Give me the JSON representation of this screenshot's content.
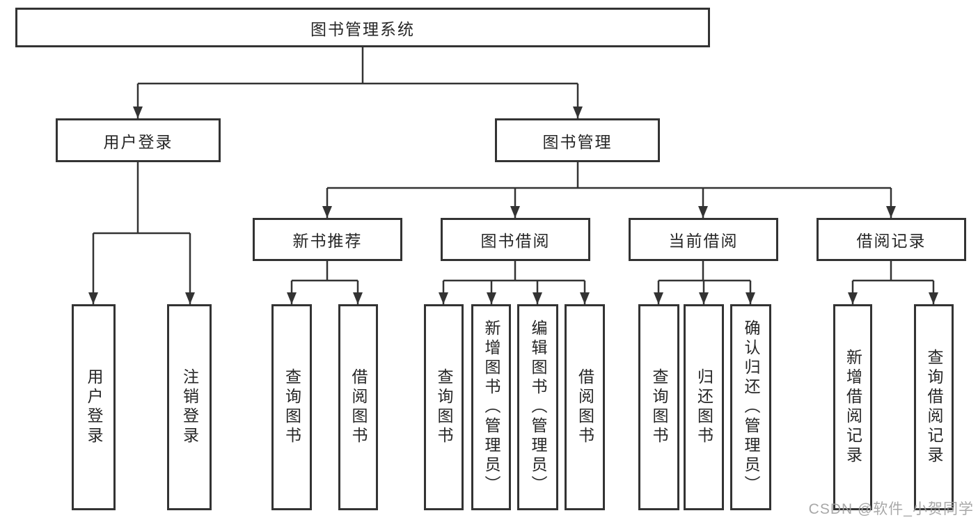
{
  "diagram": {
    "root": {
      "label": "图书管理系统"
    },
    "level2": {
      "user_login": "用户登录",
      "book_mgmt": "图书管理"
    },
    "level3": {
      "new_rec": "新书推荐",
      "book_borrow": "图书借阅",
      "current_borrow": "当前借阅",
      "borrow_record": "借阅记录"
    },
    "leaves": {
      "user_login_leaf": "用户登录",
      "logout": "注销登录",
      "rec_query": "查询图书",
      "rec_borrow": "借阅图书",
      "bb_query": "查询图书",
      "bb_add": "新增图书（管理员）",
      "bb_edit": "编辑图书（管理员）",
      "bb_borrow": "借阅图书",
      "cb_query": "查询图书",
      "cb_return": "归还图书",
      "cb_confirm": "确认归还（管理员）",
      "br_add": "新增借阅记录",
      "br_query": "查询借阅记录"
    },
    "watermark": "CSDN @软件_小贺同学",
    "colors": {
      "line": "#333333",
      "text": "#262626",
      "background": "#ffffff",
      "watermark": "#9e9e9e"
    }
  }
}
